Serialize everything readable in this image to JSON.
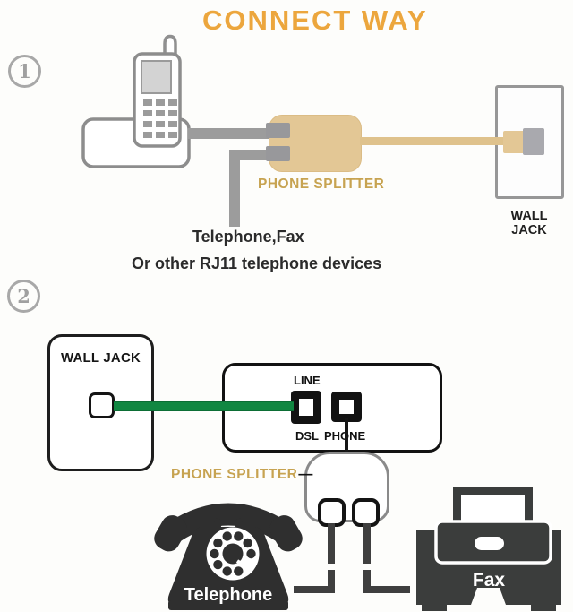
{
  "title": "CONNECT WAY",
  "colors": {
    "title_orange": "#ECA63D",
    "splitter_tan": "#E3C795",
    "label_gold": "#C7A351",
    "cable_green": "#118742",
    "cable_gray": "#9C9C9C",
    "device_dark": "#3B3D3C",
    "text_dark": "#2B2B2B"
  },
  "section1": {
    "badge": "1",
    "phone_splitter_label": "PHONE SPLITTER",
    "wall_jack_label": "WALL JACK",
    "caption_line1": "Telephone,Fax",
    "caption_line2": "Or other RJ11 telephone devices"
  },
  "section2": {
    "badge": "2",
    "wall_jack_label": "WALL JACK",
    "line_port_label": "LINE",
    "dsl_port_label": "DSL",
    "phone_port_label": "PHONE",
    "phone_splitter_label": "PHONE SPLITTER",
    "splitter_connector_dash": "—",
    "telephone_label": "Telephone",
    "fax_label": "Fax"
  }
}
